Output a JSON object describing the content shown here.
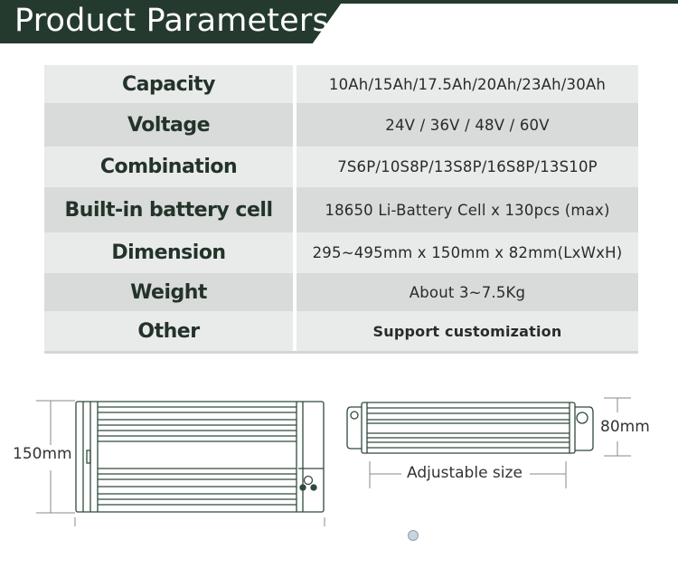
{
  "header": {
    "title": "Product Parameters",
    "band_color": "#253a2f"
  },
  "parameters": [
    {
      "label": "Capacity",
      "value": "10Ah/15Ah/17.5Ah/20Ah/23Ah/30Ah"
    },
    {
      "label": "Voltage",
      "value": "24V / 36V / 48V / 60V"
    },
    {
      "label": "Combination",
      "value": "7S6P/10S8P/13S8P/16S8P/13S10P"
    },
    {
      "label": "Built-in battery cell",
      "value": "18650 Li-Battery Cell x 130pcs (max)"
    },
    {
      "label": "Dimension",
      "value": "295~495mm x 150mm x 82mm(LxWxH)"
    },
    {
      "label": "Weight",
      "value": "About 3~7.5Kg"
    },
    {
      "label": "Other",
      "value": "Support customization"
    }
  ],
  "diagrams": {
    "top_view": {
      "width_label": "150mm"
    },
    "side_view": {
      "height_label": "80mm",
      "length_label": "Adjustable size"
    }
  }
}
